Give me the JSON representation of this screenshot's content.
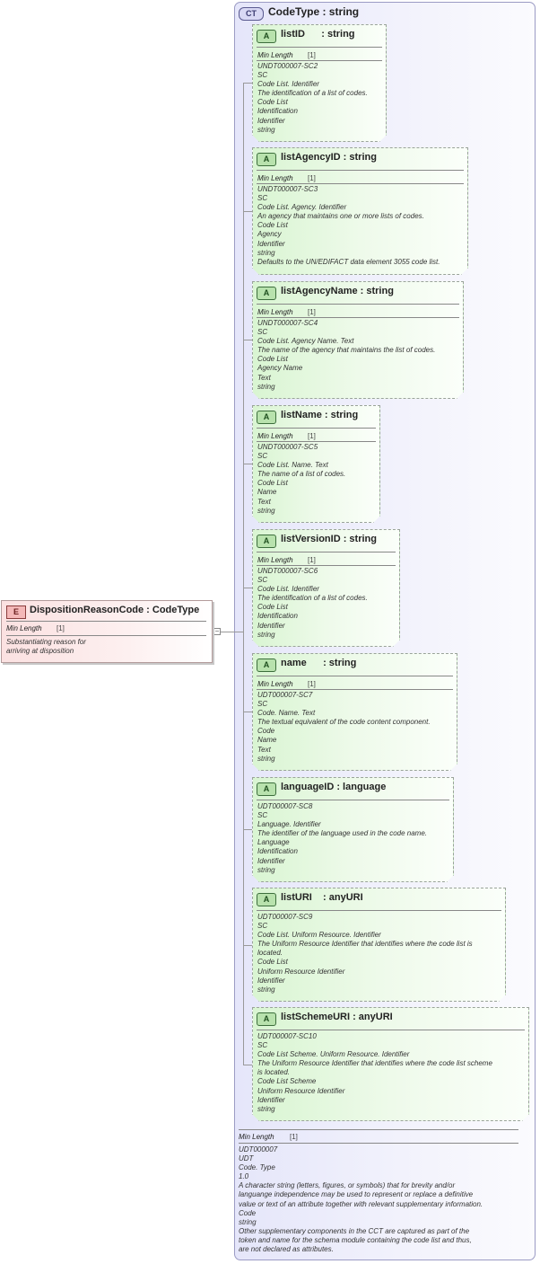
{
  "complexType": {
    "badge": "CT",
    "title": "CodeType : string"
  },
  "element": {
    "badge": "E",
    "name": "DispositionReasonCode : CodeType",
    "facet_label": "Min Length",
    "facet_value": "[1]",
    "doc": [
      "Substantiating reason for",
      "arriving at disposition"
    ]
  },
  "attributes": [
    {
      "badge": "A",
      "name": "listID      : string",
      "facet_label": "Min Length",
      "facet_value": "[1]",
      "doc": [
        "UNDT000007-SC2",
        "SC",
        "Code List. Identifier",
        "The identification of a list of codes.",
        "Code List",
        "Identification",
        "Identifier",
        "string"
      ]
    },
    {
      "badge": "A",
      "name": "listAgencyID : string",
      "facet_label": "Min Length",
      "facet_value": "[1]",
      "doc": [
        "UNDT000007-SC3",
        "SC",
        "Code List. Agency. Identifier",
        "An agency that maintains one or more lists of codes.",
        "Code List",
        "Agency",
        "Identifier",
        "string",
        "Defaults to the UN/EDIFACT data element 3055 code list."
      ]
    },
    {
      "badge": "A",
      "name": "listAgencyName : string",
      "facet_label": "Min Length",
      "facet_value": "[1]",
      "doc": [
        "UNDT000007-SC4",
        "SC",
        "Code List. Agency Name. Text",
        "The name of the agency that maintains the list of codes.",
        "Code List",
        "Agency Name",
        "Text",
        "string"
      ]
    },
    {
      "badge": "A",
      "name": "listName : string",
      "facet_label": "Min Length",
      "facet_value": "[1]",
      "doc": [
        "UNDT000007-SC5",
        "SC",
        "Code List. Name. Text",
        "The name of a list of codes.",
        "Code List",
        "Name",
        "Text",
        "string"
      ]
    },
    {
      "badge": "A",
      "name": "listVersionID : string",
      "facet_label": "Min Length",
      "facet_value": "[1]",
      "doc": [
        "UNDT000007-SC6",
        "SC",
        "Code List. Identifier",
        "The identification of a list of codes.",
        "Code List",
        "Identification",
        "Identifier",
        "string"
      ]
    },
    {
      "badge": "A",
      "name": "name      : string",
      "facet_label": "Min Length",
      "facet_value": "[1]",
      "doc": [
        "UDT000007-SC7",
        "SC",
        "Code. Name. Text",
        "The textual equivalent of the code content component.",
        "Code",
        "Name",
        "Text",
        "string"
      ]
    },
    {
      "badge": "A",
      "name": "languageID : language",
      "facet_label": "",
      "facet_value": "",
      "doc": [
        "UDT000007-SC8",
        "SC",
        "Language. Identifier",
        "The identifier of the language used in the code name.",
        "Language",
        "Identification",
        "Identifier",
        "string"
      ]
    },
    {
      "badge": "A",
      "name": "listURI    : anyURI",
      "facet_label": "",
      "facet_value": "",
      "doc": [
        "UDT000007-SC9",
        "SC",
        "Code List. Uniform Resource. Identifier",
        "The Uniform Resource Identifier that identifies where the code list is",
        "located.",
        "Code List",
        "Uniform Resource Identifier",
        "Identifier",
        "string"
      ]
    },
    {
      "badge": "A",
      "name": "listSchemeURI : anyURI",
      "facet_label": "",
      "facet_value": "",
      "doc": [
        "UDT000007-SC10",
        "SC",
        "Code List Scheme. Uniform Resource. Identifier",
        "The Uniform Resource Identifier that identifies where the code list scheme",
        "is located.",
        "Code List Scheme",
        "Uniform Resource Identifier",
        "Identifier",
        "string"
      ]
    }
  ],
  "typeInfo": {
    "facet_label": "Min Length",
    "facet_value": "[1]",
    "doc": [
      "UDT000007",
      "UDT",
      "Code. Type",
      "1.0",
      "A character string (letters, figures, or symbols) that for brevity and/or",
      "languange independence may be used to represent or replace a definitive",
      "value or text of an attribute together with relevant supplementary information.",
      "Code",
      "string",
      "Other supplementary components in the CCT are captured as part of the",
      "token and name for the schema module containing the code list and thus,",
      "are not declared as attributes."
    ]
  }
}
